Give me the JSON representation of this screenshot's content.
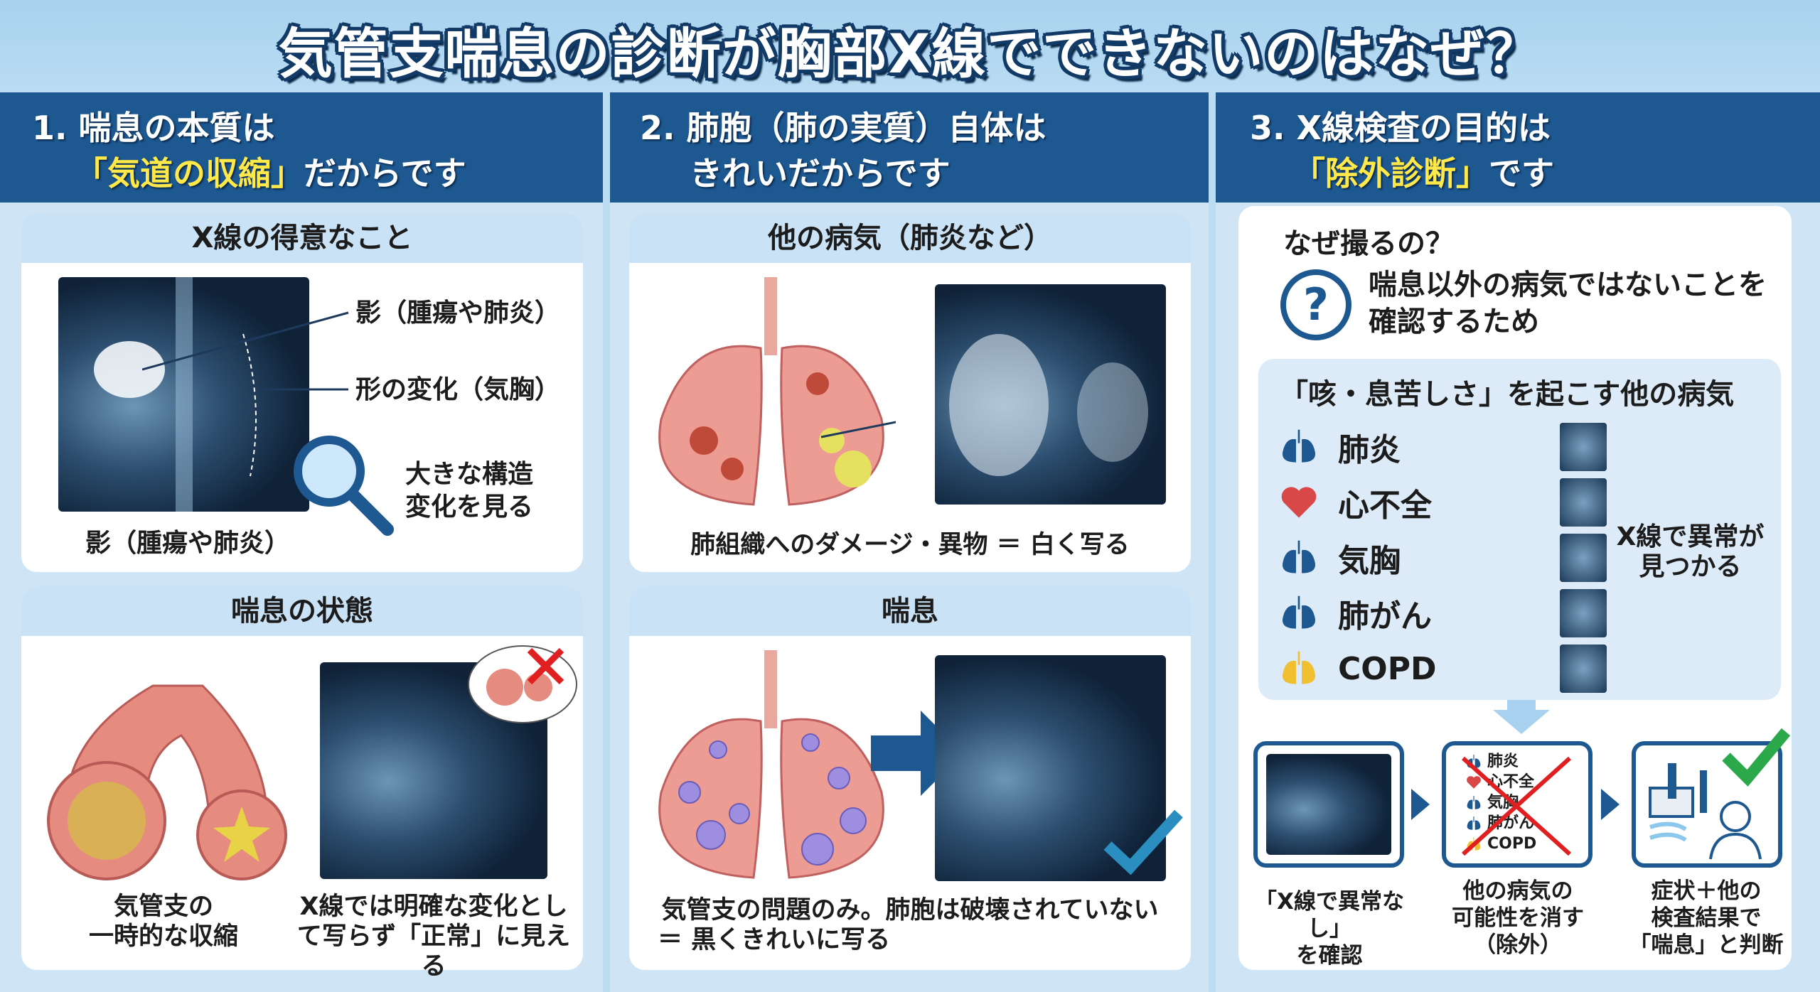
{
  "title": "気管支喘息の診断が胸部X線でできないのはなぜ？",
  "columns": [
    {
      "heading_line1": "1. 喘息の本質は",
      "heading_highlight": "「気道の収縮」",
      "heading_line2_rest": "だからです",
      "panel1": {
        "header": "X線の得意なこと",
        "label_shadow": "影（腫瘍や肺炎）",
        "label_shape": "形の変化（気胸）",
        "label_structure_1": "大きな構造",
        "label_structure_2": "変化を見る",
        "caption": "影（腫瘍や肺炎）"
      },
      "panel2": {
        "header": "喘息の状態",
        "caption_left_1": "気管支の",
        "caption_left_2": "一時的な収縮",
        "caption_right_1": "X線では明確な変化とし",
        "caption_right_2": "て写らず「正常」に見える"
      }
    },
    {
      "heading_line1": "2. 肺胞（肺の実質）自体は",
      "heading_line2_rest": "きれいだからです",
      "panel1": {
        "header": "他の病気（肺炎など）",
        "caption": "肺組織へのダメージ・異物 ＝ 白く写る"
      },
      "panel2": {
        "header": "喘息",
        "caption_1": "気管支の問題のみ。肺胞は破壊されていない",
        "caption_2": "＝ 黒くきれいに写る"
      }
    },
    {
      "heading_line1": "3. X線検査の目的は",
      "heading_highlight": "「除外診断」",
      "heading_line2_rest": "です",
      "why": "なぜ撮るの？",
      "reason_1": "喘息以外の病気ではないことを",
      "reason_2": "確認するため",
      "box_title": "「咳・息苦しさ」を起こす他の病気",
      "diseases": [
        {
          "name": "肺炎",
          "icon": "lungs-icon"
        },
        {
          "name": "心不全",
          "icon": "heart-icon"
        },
        {
          "name": "気胸",
          "icon": "lungs-icon"
        },
        {
          "name": "肺がん",
          "icon": "lungs-icon"
        },
        {
          "name": "COPD",
          "icon": "lungs-icon"
        }
      ],
      "finding_1": "X線で異常が",
      "finding_2": "見つかる",
      "flow": [
        {
          "caption": [
            "「X線で異常なし」",
            "を確認"
          ]
        },
        {
          "caption": [
            "他の病気の",
            "可能性を消す",
            "（除外）"
          ],
          "list": [
            "肺炎",
            "心不全",
            "気胸",
            "肺がん",
            "COPD"
          ]
        },
        {
          "caption": [
            "症状＋他の",
            "検査結果で",
            "「喘息」と判断"
          ]
        }
      ]
    }
  ],
  "colors": {
    "navy": "#1d5890",
    "highlight": "#ffe84a",
    "heart": "#d94848",
    "copd": "#f0c030",
    "check": "#2aa84a",
    "cross": "#e02020"
  }
}
